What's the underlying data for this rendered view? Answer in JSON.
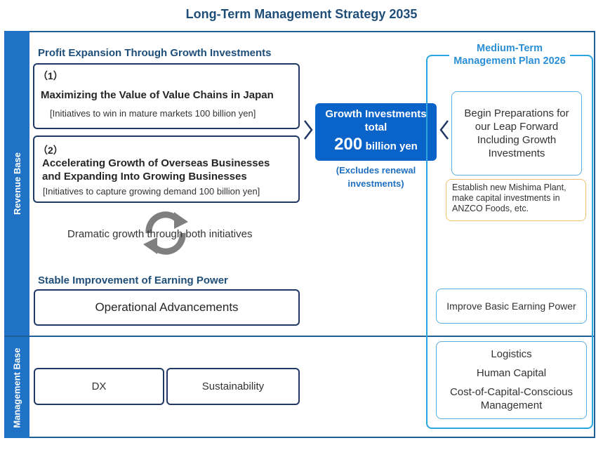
{
  "title": "Long-Term Management Strategy 2035",
  "side_labels": {
    "revenue": "Revenue Base",
    "management": "Management Base"
  },
  "profit": {
    "heading": "Profit Expansion Through Growth Investments",
    "item1": {
      "num": "（1）",
      "title": "Maximizing the Value of Value Chains in Japan",
      "sub": "[Initiatives to win in mature markets 100 billion yen]"
    },
    "item2": {
      "num": "（2）",
      "title_l1": "Accelerating Growth of Overseas Businesses",
      "title_l2": "and Expanding Into Growing Businesses",
      "sub": "[Initiatives to capture growing demand 100 billion yen]"
    },
    "cycle_label": "Dramatic growth through both initiatives"
  },
  "growth": {
    "line1": "Growth Investments",
    "line2": "total",
    "amount": "200",
    "unit": "billion yen",
    "note_l1": "(Excludes renewal",
    "note_l2": "investments)"
  },
  "stable": {
    "heading": "Stable Improvement of Earning Power",
    "box": "Operational Advancements"
  },
  "management": {
    "dx": "DX",
    "sustainability": "Sustainability"
  },
  "mtp": {
    "heading_l1": "Medium-Term",
    "heading_l2": "Management Plan 2026",
    "prep": [
      "Begin Preparations for",
      "our Leap Forward",
      "Including Growth",
      "Investments"
    ],
    "note": [
      "Establish new Mishima Plant,",
      "make capital investments in",
      "ANZCO Foods, etc."
    ],
    "earning": "Improve Basic Earning Power",
    "base": [
      "Logistics",
      "Human Capital",
      "Cost-of-Capital-Conscious",
      "Management"
    ]
  },
  "colors": {
    "navy": "#1f3864",
    "blue": "#0a63c9",
    "light_blue": "#2aa5e0",
    "side": "#1f72c5",
    "orange": "#f0c070",
    "gray": "#7f7f7f"
  }
}
